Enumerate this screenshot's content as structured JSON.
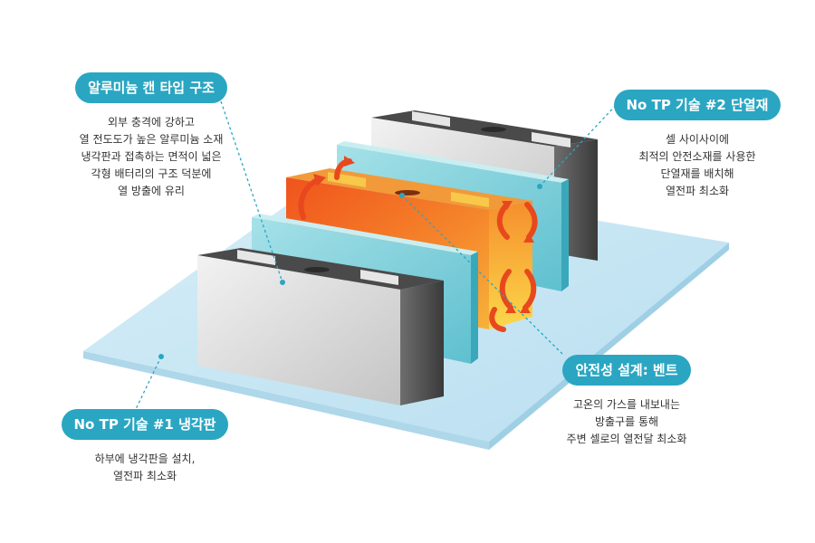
{
  "colors": {
    "accent": "#2aa6c2",
    "plate": "#c7e6f3",
    "pad": "#7fcfd9",
    "cell": "#d9d9d9",
    "hot": "#f26a1b"
  },
  "callouts": {
    "aluminum_can": {
      "title": "알루미늄 캔 타입 구조",
      "lines": [
        "외부 충격에 강하고",
        "열 전도도가 높은 알루미늄 소재",
        "냉각판과 접촉하는 면적이 넓은",
        "각형 배터리의 구조 덕분에",
        "열 방출에 유리"
      ]
    },
    "insulation": {
      "title": "No TP 기술 #2 단열재",
      "lines": [
        "셀 사이사이에",
        "최적의 안전소재를 사용한",
        "단열재를 배치해",
        "열전파 최소화"
      ]
    },
    "vent": {
      "title": "안전성 설계: 벤트",
      "lines": [
        "고온의 가스를 내보내는",
        "방출구를 통해",
        "주변 셀로의 열전달 최소화"
      ]
    },
    "cooling_plate": {
      "title": "No TP 기술 #1 냉각판",
      "lines": [
        "하부에 냉각판을 설치,",
        "열전파 최소화"
      ]
    }
  }
}
